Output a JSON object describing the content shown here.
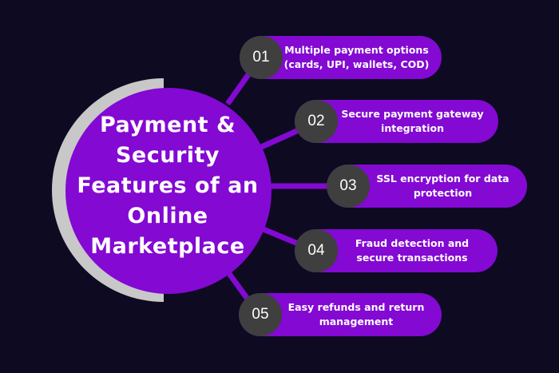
{
  "title": "Payment & Security Features of an Online Marketplace",
  "title_lines": [
    "Payment &",
    "Security",
    "Features of an",
    "Online",
    "Marketplace"
  ],
  "colors": {
    "background": "#0d0a22",
    "purple": "#8309d3",
    "badge": "#3f3f3f",
    "arc": "#c8c8c8"
  },
  "items": [
    {
      "number": "01",
      "text": "Multiple payment options (cards, UPI, wallets, COD)"
    },
    {
      "number": "02",
      "text": "Secure payment gateway integration"
    },
    {
      "number": "03",
      "text": "SSL encryption for data protection"
    },
    {
      "number": "04",
      "text": "Fraud detection and secure transactions"
    },
    {
      "number": "05",
      "text": "Easy refunds and return management"
    }
  ]
}
